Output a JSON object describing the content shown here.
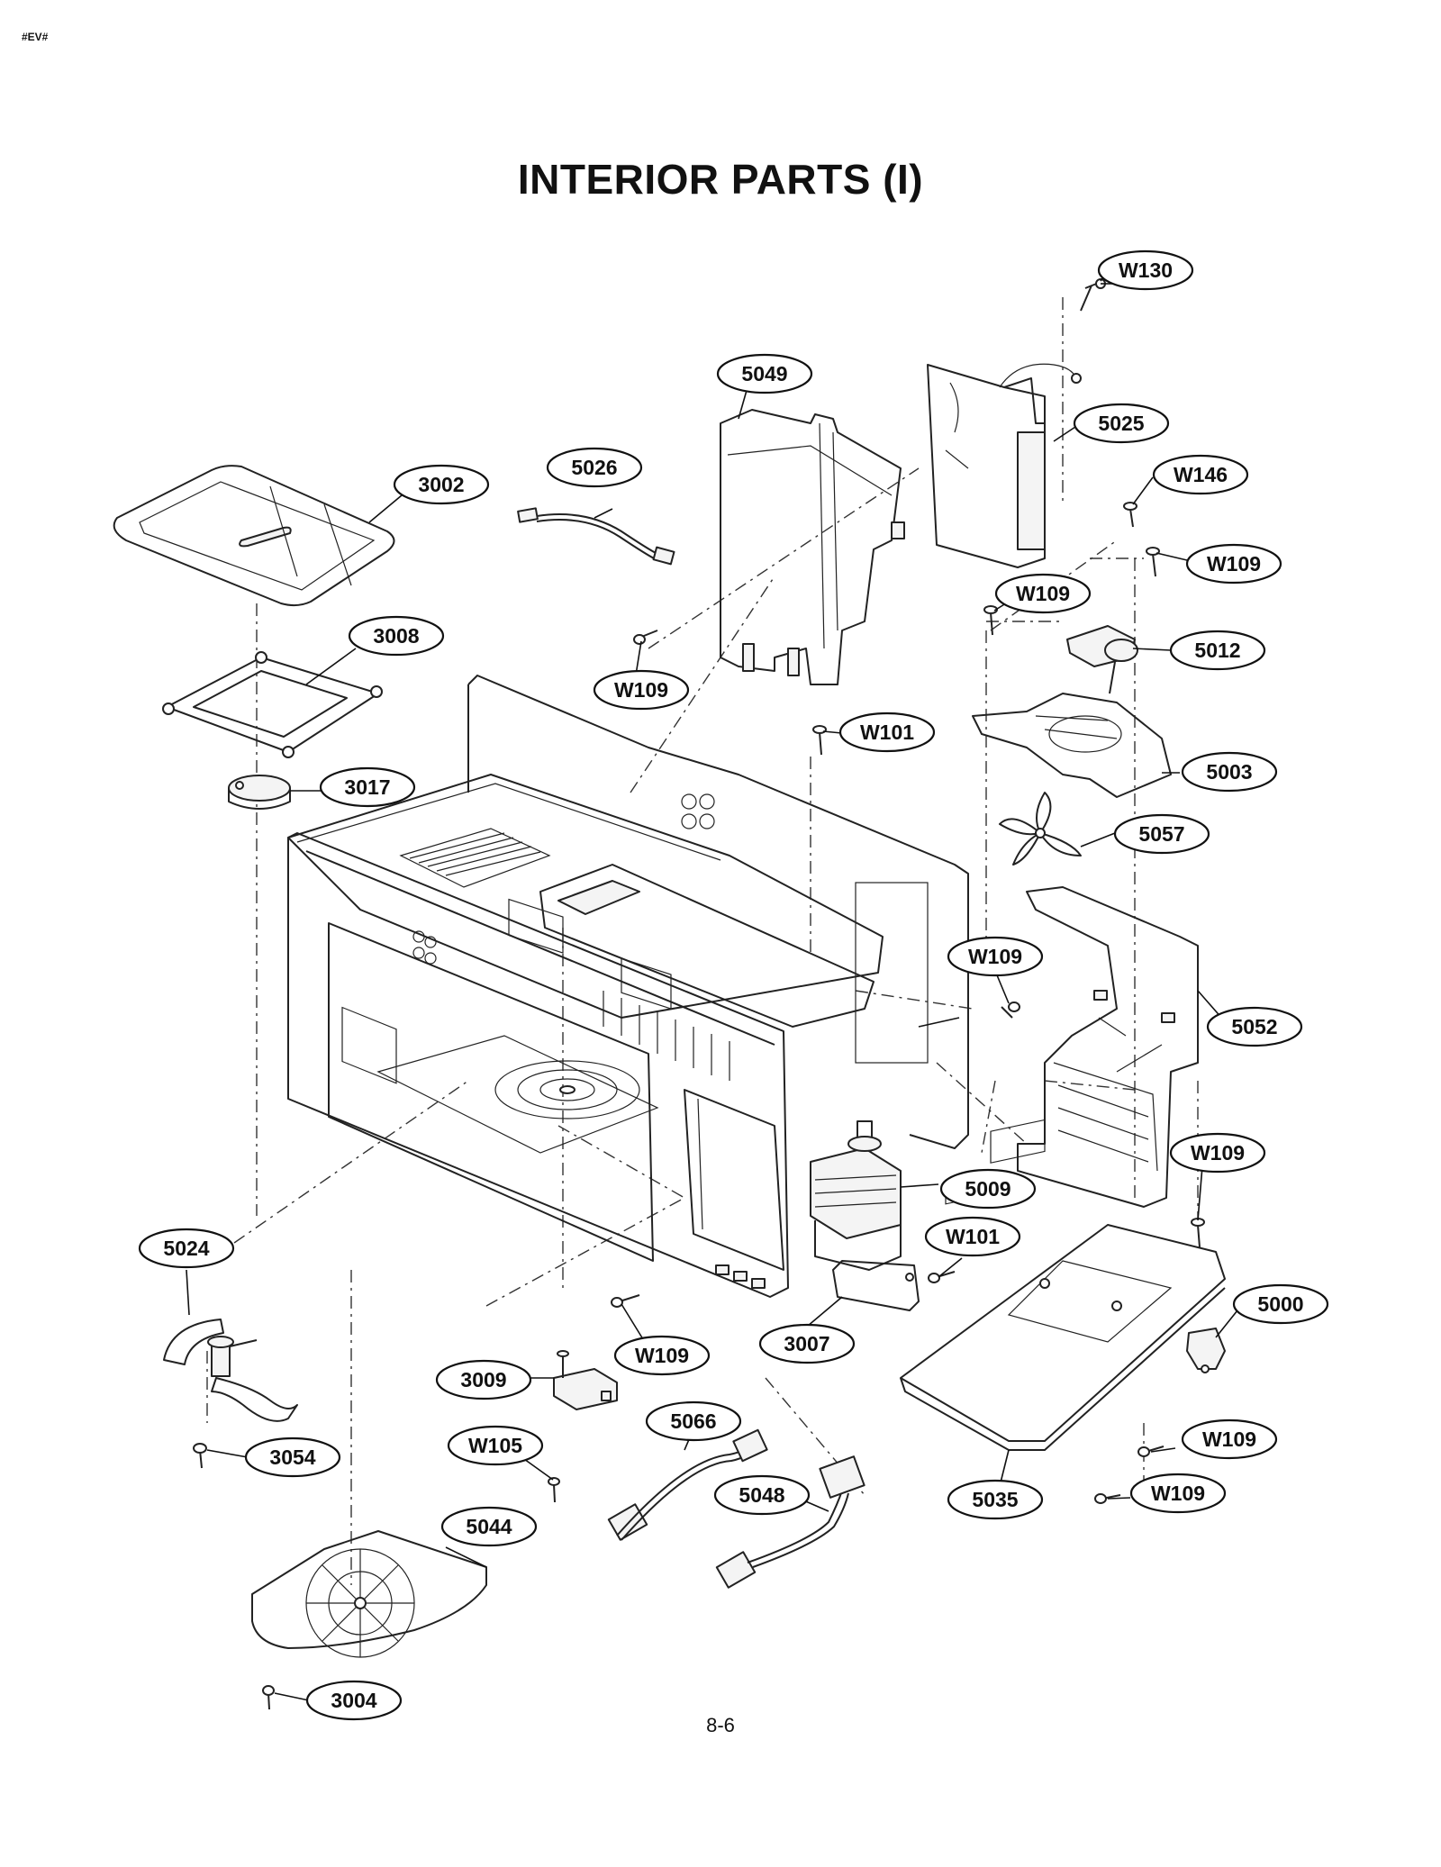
{
  "header": {
    "code": "#EV#"
  },
  "title": "INTERIOR PARTS (I)",
  "page_number": "8-6",
  "callouts": {
    "c_w130": "W130",
    "c_5049": "5049",
    "c_5025": "5025",
    "c_5026": "5026",
    "c_3002": "3002",
    "c_w146": "W146",
    "c_w109_a": "W109",
    "c_w109_b": "W109",
    "c_5012": "5012",
    "c_3008": "3008",
    "c_w109_c": "W109",
    "c_w101_a": "W101",
    "c_5003": "5003",
    "c_3017": "3017",
    "c_5057": "5057",
    "c_w109_d": "W109",
    "c_5052": "5052",
    "c_w109_e": "W109",
    "c_5009": "5009",
    "c_w101_b": "W101",
    "c_5024": "5024",
    "c_5000": "5000",
    "c_3007": "3007",
    "c_w109_f": "W109",
    "c_3009": "3009",
    "c_5066": "5066",
    "c_w105": "W105",
    "c_3054": "3054",
    "c_w109_g": "W109",
    "c_5048": "5048",
    "c_5035": "5035",
    "c_w109_h": "W109",
    "c_5044": "5044",
    "c_3004": "3004"
  }
}
